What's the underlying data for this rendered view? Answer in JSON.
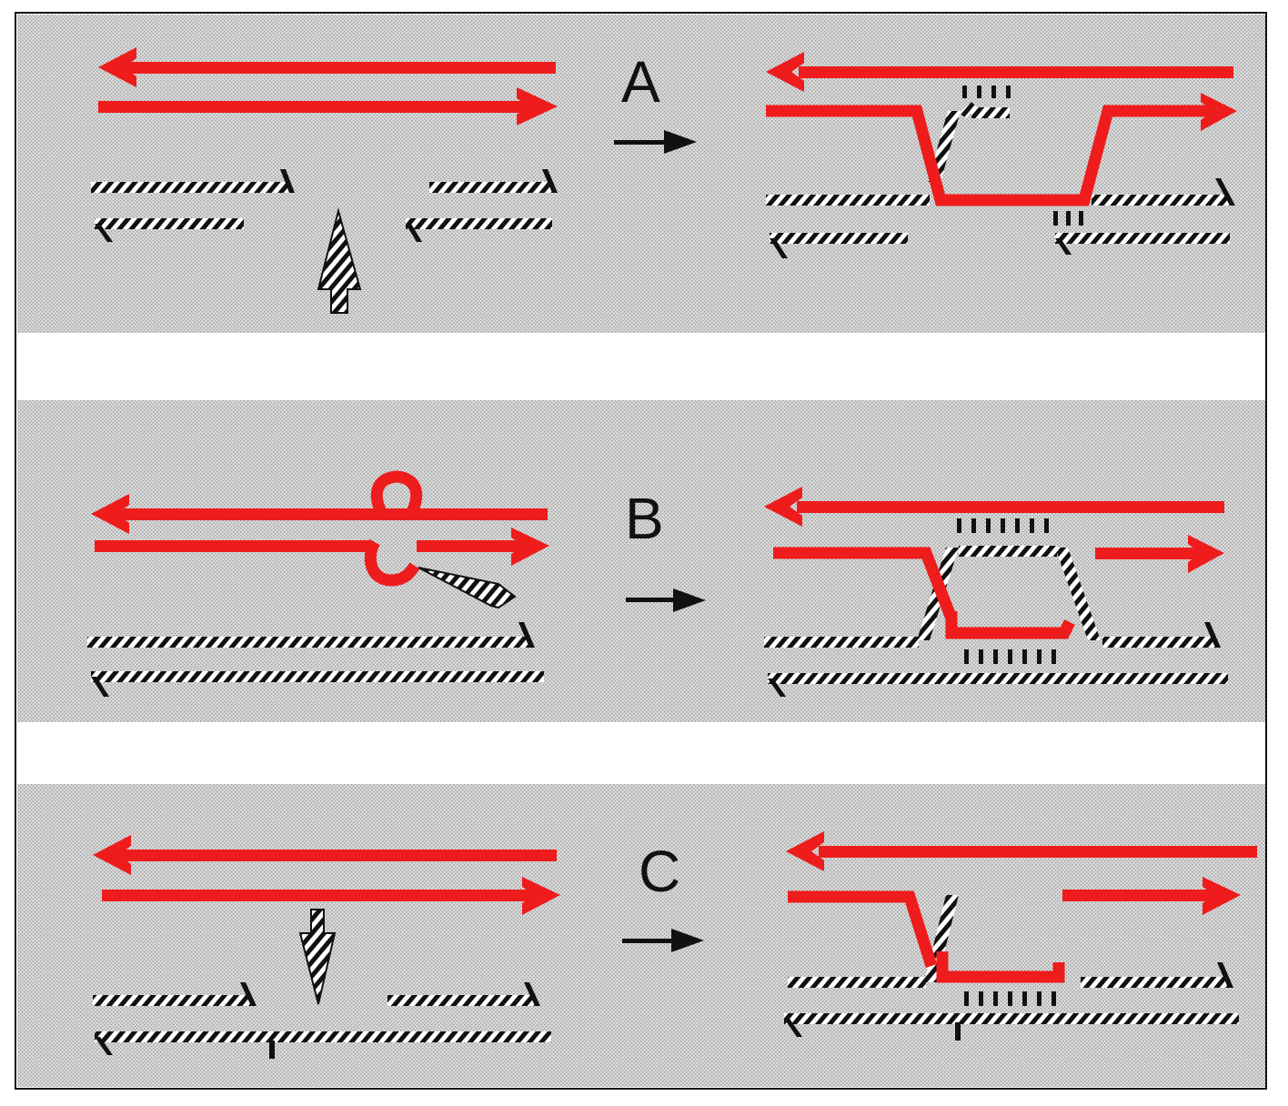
{
  "colors": {
    "page": "#ffffff",
    "panel_background": "#d9d9d9",
    "stipple": "#9a9a9a",
    "red_strand": "#ee1c1c",
    "hatched_strand": "#111111"
  },
  "panels": [
    {
      "id": "A",
      "label": "A"
    },
    {
      "id": "B",
      "label": "B"
    },
    {
      "id": "C",
      "label": "C"
    }
  ]
}
